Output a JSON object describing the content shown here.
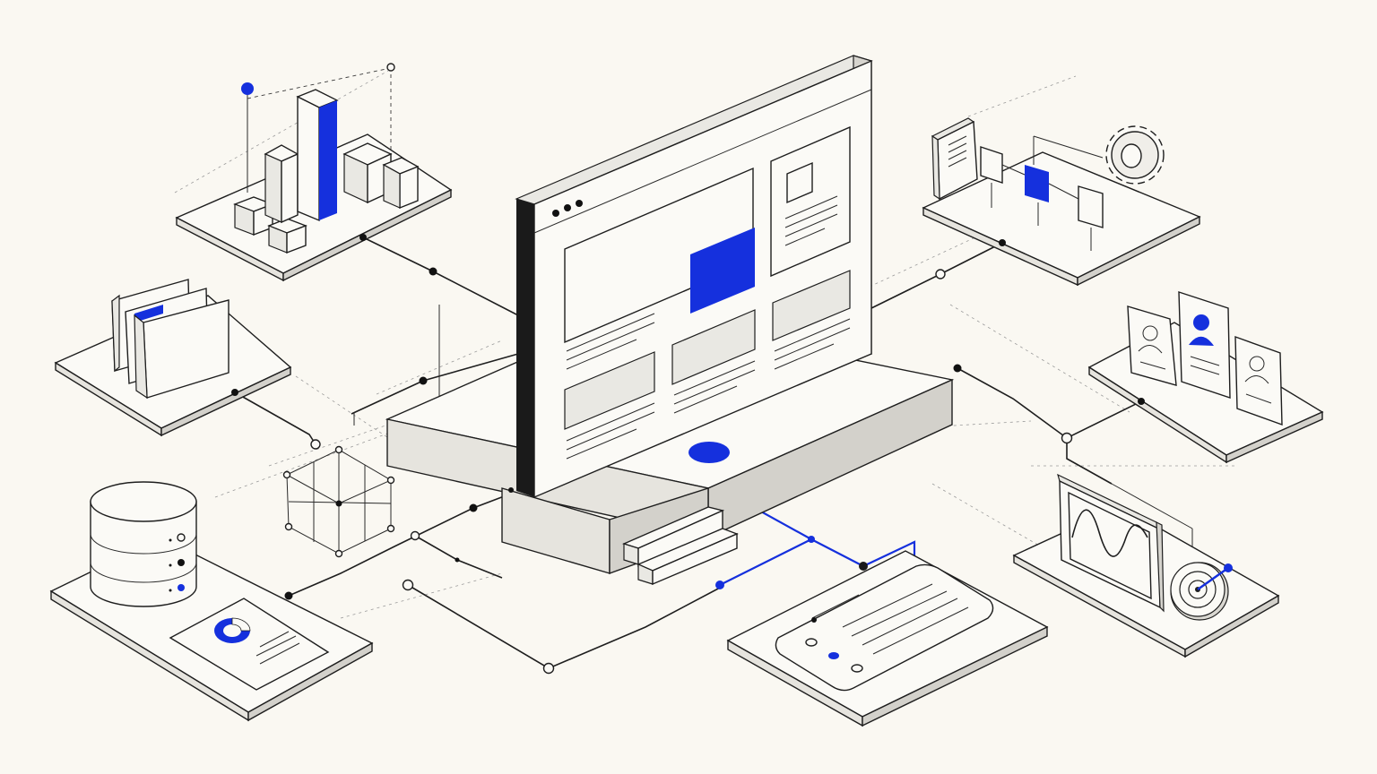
{
  "colors": {
    "background": "#faf8f2",
    "accent": "#1530dd",
    "line": "#1e1e1e",
    "surface": "#fbfaf6",
    "shadow": "#d6d4ce"
  },
  "illustration": {
    "browser_controls": [
      "dot",
      "dot",
      "dot"
    ],
    "icons": [
      "bar-chart-icon",
      "document-icon",
      "gear-icon",
      "folder-icon",
      "user-profile-icon",
      "cube-wireframe-icon",
      "database-icon",
      "donut-chart-icon",
      "waveform-monitor-icon",
      "target-icon",
      "form-card-icon",
      "steps-icon"
    ]
  }
}
